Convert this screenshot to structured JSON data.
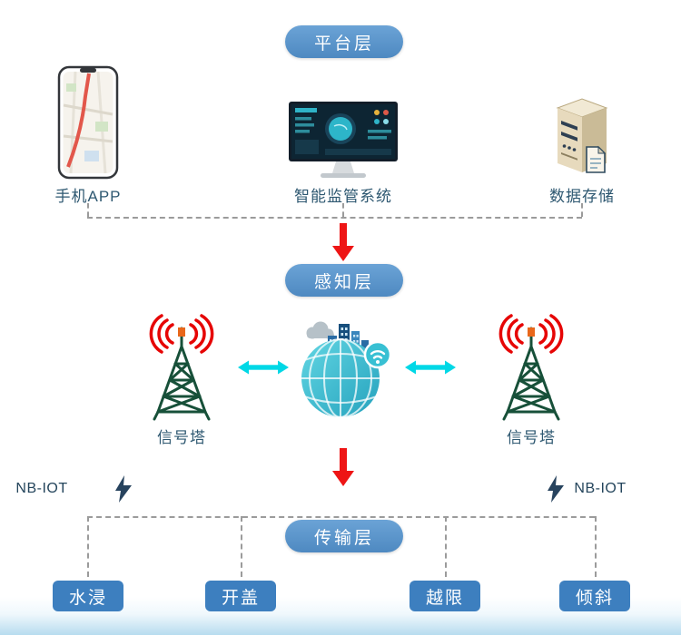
{
  "diagram": {
    "platform_layer": {
      "label": "平台层"
    },
    "perception_layer": {
      "label": "感知层"
    },
    "transmission_layer": {
      "label": "传输层"
    },
    "platform_items": [
      {
        "label": "手机APP",
        "icon": "smartphone-map-icon"
      },
      {
        "label": "智能监管系统",
        "icon": "monitor-dashboard-icon"
      },
      {
        "label": "数据存储",
        "icon": "server-storage-icon"
      }
    ],
    "towers": [
      {
        "label": "信号塔",
        "icon": "signal-tower-icon"
      },
      {
        "label": "信号塔",
        "icon": "signal-tower-icon"
      }
    ],
    "hub_icon": "iot-globe-icon",
    "nbiot": {
      "left_label": "NB-IOT",
      "right_label": "NB-IOT"
    },
    "sensors": [
      {
        "label": "水浸"
      },
      {
        "label": "开盖"
      },
      {
        "label": "越限"
      },
      {
        "label": "倾斜"
      }
    ],
    "colors": {
      "layer_pill_blue": "#5693c9",
      "sensor_pill_blue": "#3d7fbf",
      "arrow_red": "#ee1515",
      "arrow_cyan": "#00d8e6",
      "label_text": "#2e5871",
      "tower_green": "#175039",
      "signal_wave_red": "#e60505",
      "bottom_gradient_blue": "#b7dcef"
    }
  }
}
